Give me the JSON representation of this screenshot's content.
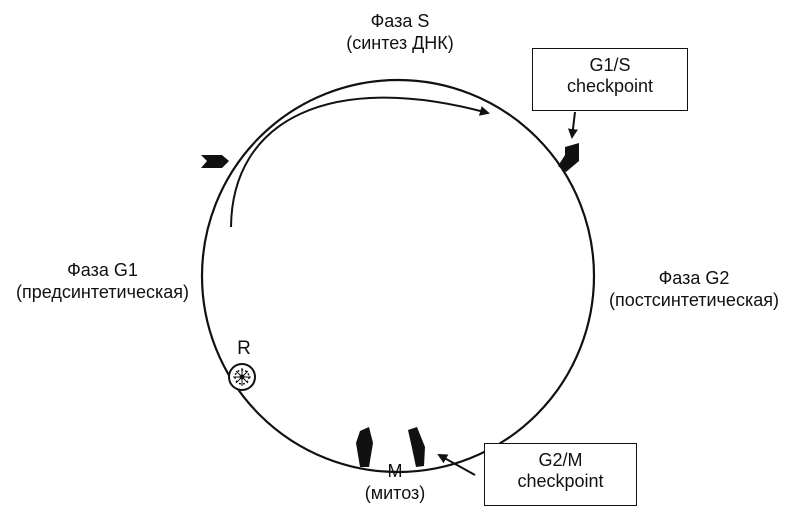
{
  "phases": {
    "s": {
      "name": "Фаза S",
      "description": "(синтез ДНК)"
    },
    "g1": {
      "name": "Фаза G1",
      "description": "(предсинтетическая)"
    },
    "g2": {
      "name": "Фаза G2",
      "description": "(постсинтетическая)"
    },
    "m": {
      "name": "M",
      "description": "(митоз)"
    }
  },
  "restriction_point": {
    "label": "R"
  },
  "checkpoints": {
    "g1s": {
      "line1": "G1/S",
      "line2": "checkpoint"
    },
    "g2m": {
      "line1": "G2/M",
      "line2": "checkpoint"
    }
  },
  "colors": {
    "ink": "#111111",
    "background": "#ffffff"
  }
}
